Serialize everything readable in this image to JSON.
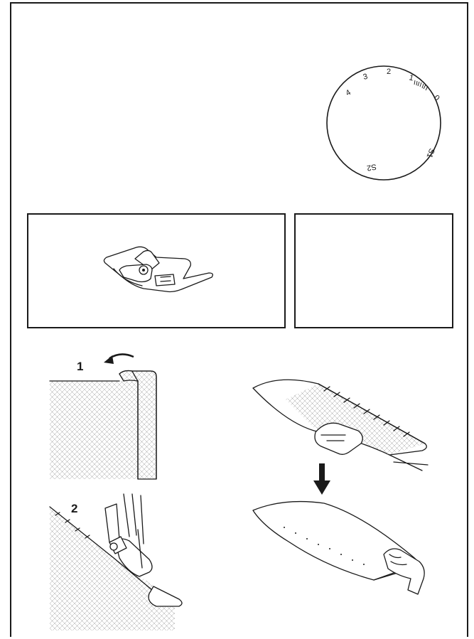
{
  "dial": {
    "labels": [
      "4",
      "3",
      "2",
      "1",
      "0",
      "S1",
      "S2"
    ]
  },
  "steps": {
    "step1": "1",
    "step2": "2"
  },
  "icons": {
    "presser_foot": "zigzag-presser-foot-icon",
    "fold_arrow": "curved-arrow-icon",
    "down_arrow": "down-arrow-icon"
  },
  "colors": {
    "ink": "#1a1a1a",
    "paper": "#ffffff"
  }
}
